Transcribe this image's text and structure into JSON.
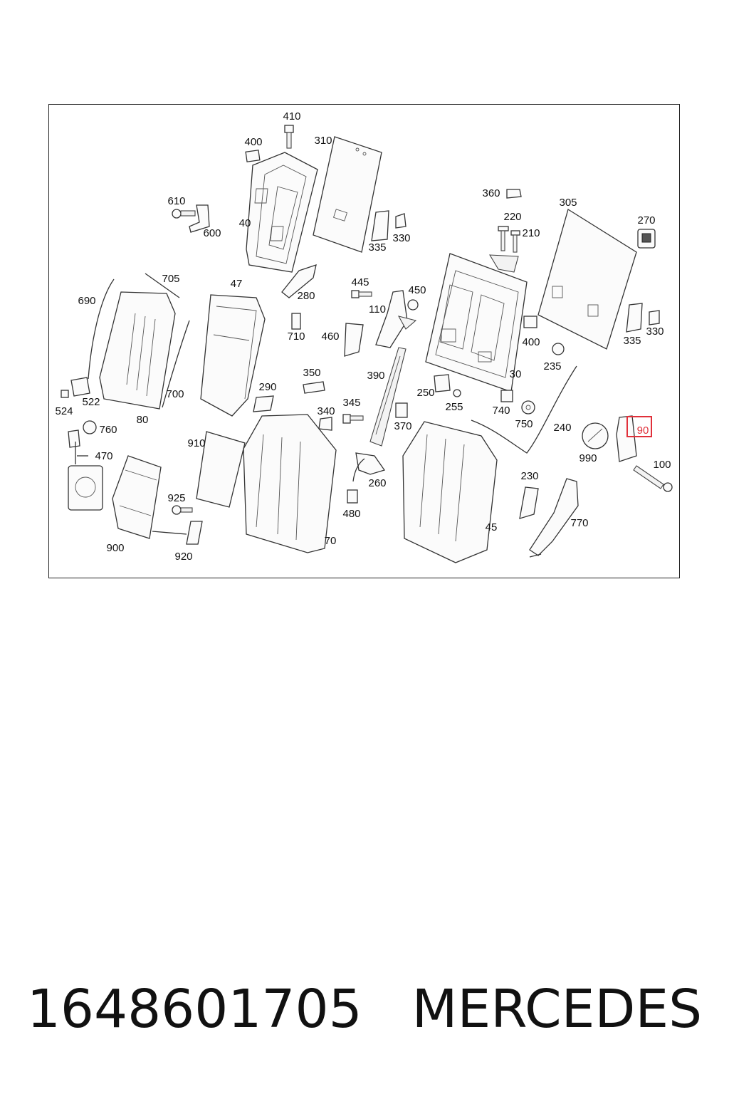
{
  "callouts": [
    {
      "id": "c410",
      "text": "410"
    },
    {
      "id": "c400a",
      "text": "400"
    },
    {
      "id": "c310",
      "text": "310"
    },
    {
      "id": "c610",
      "text": "610"
    },
    {
      "id": "c600",
      "text": "600"
    },
    {
      "id": "c40",
      "text": "40"
    },
    {
      "id": "c335a",
      "text": "335"
    },
    {
      "id": "c330a",
      "text": "330"
    },
    {
      "id": "c360",
      "text": "360"
    },
    {
      "id": "c305",
      "text": "305"
    },
    {
      "id": "c270",
      "text": "270"
    },
    {
      "id": "c220",
      "text": "220"
    },
    {
      "id": "c210",
      "text": "210"
    },
    {
      "id": "c705",
      "text": "705"
    },
    {
      "id": "c690",
      "text": "690"
    },
    {
      "id": "c47",
      "text": "47"
    },
    {
      "id": "c280",
      "text": "280"
    },
    {
      "id": "c445",
      "text": "445"
    },
    {
      "id": "c450",
      "text": "450"
    },
    {
      "id": "c110",
      "text": "110"
    },
    {
      "id": "c710",
      "text": "710"
    },
    {
      "id": "c460",
      "text": "460"
    },
    {
      "id": "c400b",
      "text": "400"
    },
    {
      "id": "c335b",
      "text": "335"
    },
    {
      "id": "c330b",
      "text": "330"
    },
    {
      "id": "c235",
      "text": "235"
    },
    {
      "id": "c524",
      "text": "524"
    },
    {
      "id": "c522",
      "text": "522"
    },
    {
      "id": "c700",
      "text": "700"
    },
    {
      "id": "c80",
      "text": "80"
    },
    {
      "id": "c290",
      "text": "290"
    },
    {
      "id": "c350",
      "text": "350"
    },
    {
      "id": "c390",
      "text": "390"
    },
    {
      "id": "c250",
      "text": "250"
    },
    {
      "id": "c30",
      "text": "30"
    },
    {
      "id": "c255",
      "text": "255"
    },
    {
      "id": "c740",
      "text": "740"
    },
    {
      "id": "c750",
      "text": "750"
    },
    {
      "id": "c240",
      "text": "240"
    },
    {
      "id": "c760",
      "text": "760"
    },
    {
      "id": "c340",
      "text": "340"
    },
    {
      "id": "c345",
      "text": "345"
    },
    {
      "id": "c370",
      "text": "370"
    },
    {
      "id": "c990",
      "text": "990"
    },
    {
      "id": "c90",
      "text": "90"
    },
    {
      "id": "c470",
      "text": "470"
    },
    {
      "id": "c910",
      "text": "910"
    },
    {
      "id": "c260",
      "text": "260"
    },
    {
      "id": "c100",
      "text": "100"
    },
    {
      "id": "c230",
      "text": "230"
    },
    {
      "id": "c925",
      "text": "925"
    },
    {
      "id": "c480",
      "text": "480"
    },
    {
      "id": "c770",
      "text": "770"
    },
    {
      "id": "c45",
      "text": "45"
    },
    {
      "id": "c900",
      "text": "900"
    },
    {
      "id": "c920",
      "text": "920"
    },
    {
      "id": "c70",
      "text": "70"
    }
  ],
  "highlight": {
    "callout": "90",
    "color": "#e0303a"
  },
  "caption": {
    "part_number": "1648601705",
    "brand": "MERCEDES"
  }
}
